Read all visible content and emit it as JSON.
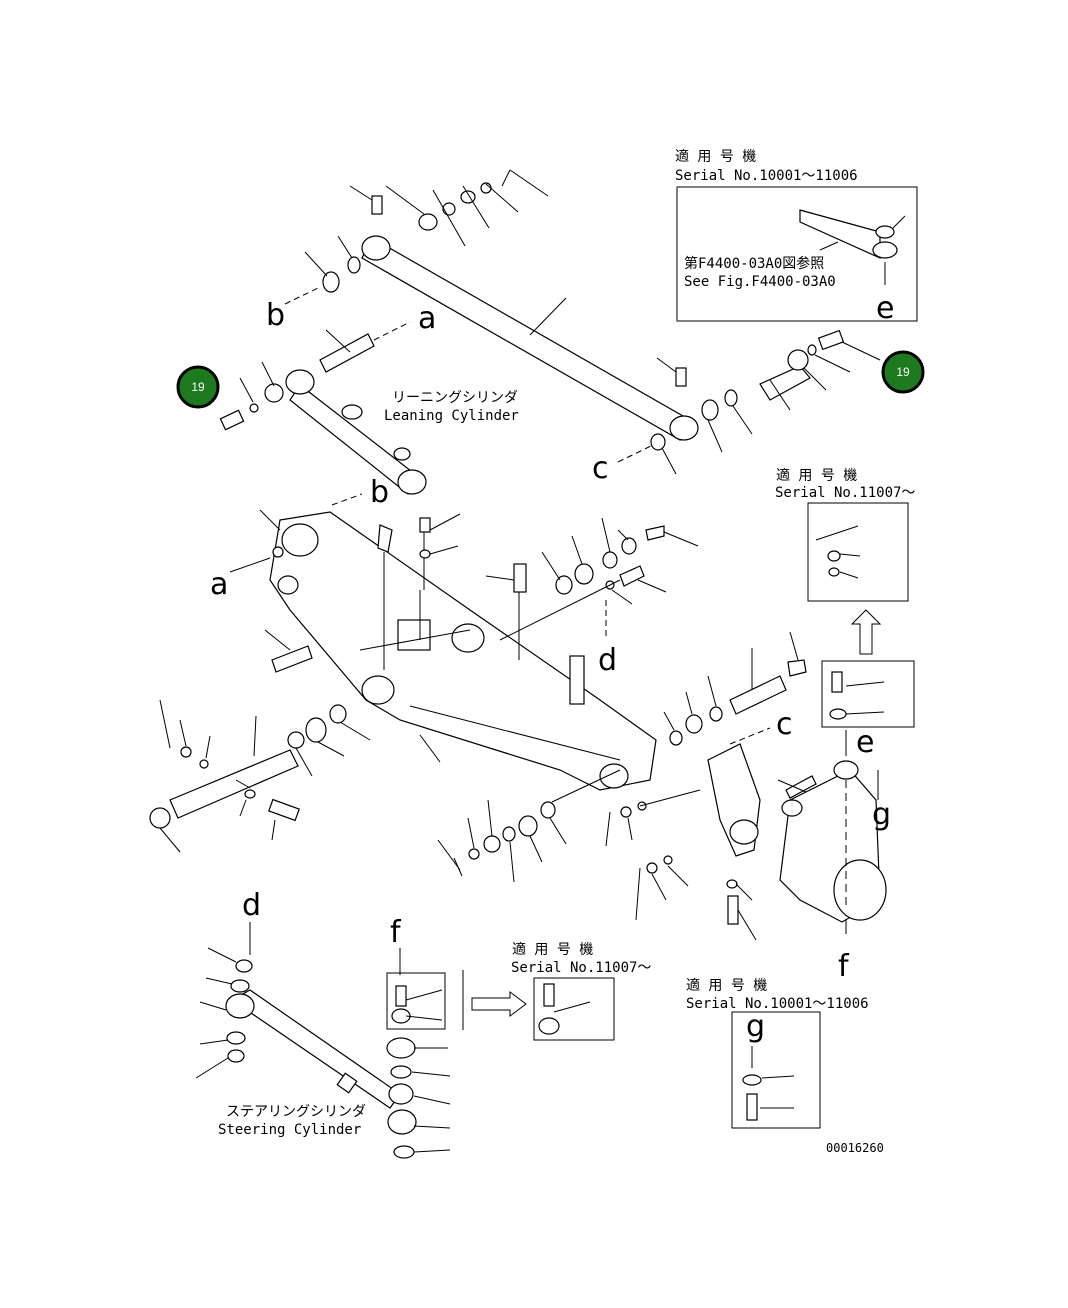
{
  "colors": {
    "badge_fill": "#1e7a1e",
    "badge_ring": "#000000",
    "line": "#000000"
  },
  "inset_top": {
    "jp_title": "適 用 号 機",
    "serial": "Serial No.10001～11006",
    "ref_jp": "第F4400-03A0図参照",
    "ref_en": "See Fig.F4400-03A0",
    "letter": "e"
  },
  "inset_right": {
    "jp_title": "適 用 号 機",
    "serial": "Serial No.11007～"
  },
  "inset_mid": {
    "jp_title": "適 用 号 機",
    "serial": "Serial No.11007～"
  },
  "inset_bottom": {
    "jp_title": "適 用 号 機",
    "serial": "Serial No.10001～11006",
    "letter": "g"
  },
  "cylinder_leaning": {
    "jp": "リーニングシリンダ",
    "en": "Leaning Cylinder"
  },
  "cylinder_steering": {
    "jp": "ステアリングシリンダ",
    "en": "Steering Cylinder"
  },
  "letters": {
    "a1": "a",
    "a2": "a",
    "b1": "b",
    "b2": "b",
    "c1": "c",
    "c2": "c",
    "d1": "d",
    "d2": "d",
    "e1": "e",
    "f1": "f",
    "f2": "f",
    "g1": "g"
  },
  "badges": [
    {
      "label": "19"
    },
    {
      "label": "19"
    }
  ],
  "drawing_number": "00016260"
}
